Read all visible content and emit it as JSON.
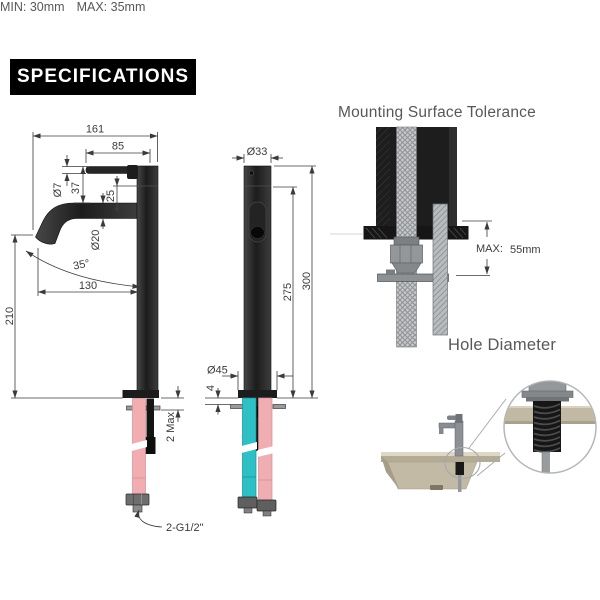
{
  "header": {
    "title": "SPECIFICATIONS"
  },
  "side_view": {
    "dim_total_width": "161",
    "dim_handle_length": "85",
    "dim_handle_dia": "Ø7",
    "dim_handle_rise": "37",
    "dim_cap_to_spout": "25",
    "dim_spout_dia": "Ø20",
    "dim_spout_angle": "35°",
    "dim_spout_reach": "130",
    "dim_spout_height": "210",
    "dim_deck_max": "2 Max",
    "label_thread": "2-G1/2\""
  },
  "front_view": {
    "dim_body_dia": "Ø33",
    "dim_height_to_body": "275",
    "dim_height_total": "300",
    "dim_base_dia": "Ø45",
    "dim_base_gap": "4"
  },
  "mounting_tolerance": {
    "title": "Mounting Surface Tolerance",
    "max_label": "MAX:",
    "max_value": "55mm"
  },
  "hole_diameter": {
    "title": "Hole Diameter",
    "min_text": "MIN: 30mm",
    "max_text": "MAX: 35mm"
  },
  "colors": {
    "drawing_line": "#3b3b3b",
    "faucet_black": "#262626",
    "hot_hose_pink": "#f0adb2",
    "cold_hose_cyan": "#2fc0c6",
    "sink_beige": "#c2baa5",
    "counter_tan": "#c1b9a3",
    "heading_gray": "#58595b",
    "header_bg": "#000000",
    "header_fg": "#ffffff"
  }
}
